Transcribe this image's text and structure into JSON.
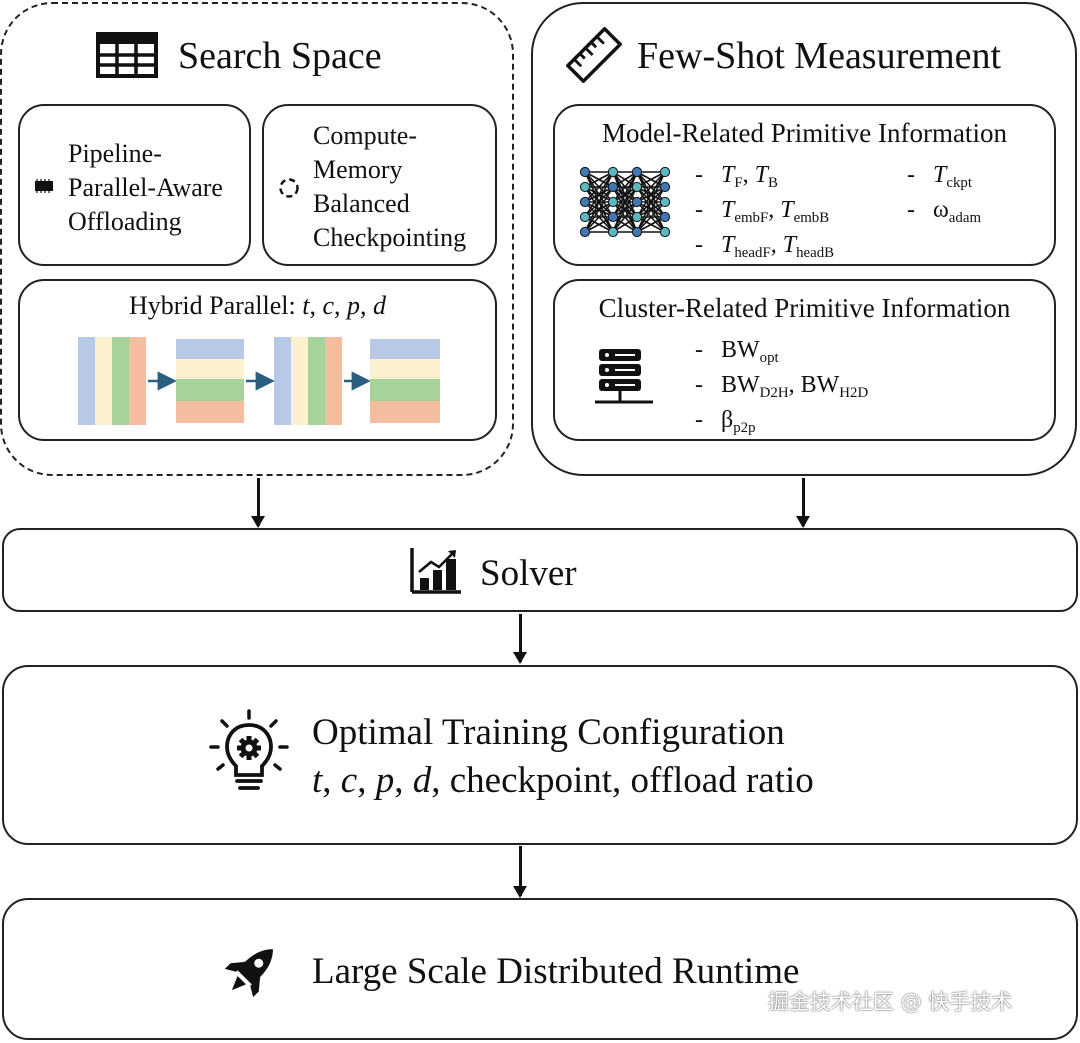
{
  "search_space": {
    "title": "Search Space",
    "offloading": "Pipeline-\nParallel-Aware\nOffloading",
    "checkpointing": "Compute-\nMemory\nBalanced\nCheckpointing",
    "hybrid_parallel": {
      "label": "Hybrid Parallel: ",
      "vars": [
        "t",
        "c",
        "p",
        "d"
      ]
    }
  },
  "few_shot": {
    "title": "Few-Shot Measurement",
    "model_related": {
      "title": "Model-Related Primitive Information",
      "items_left": [
        {
          "parts": [
            [
              "T",
              "F"
            ],
            [
              "T",
              "B"
            ]
          ]
        },
        {
          "parts": [
            [
              "T",
              "embF"
            ],
            [
              "T",
              "embB"
            ]
          ]
        },
        {
          "parts": [
            [
              "T",
              "headF"
            ],
            [
              "T",
              "headB"
            ]
          ]
        }
      ],
      "items_right": [
        {
          "parts": [
            [
              "T",
              "ckpt"
            ]
          ]
        },
        {
          "parts": [
            [
              "ω",
              "adam"
            ]
          ]
        }
      ]
    },
    "cluster_related": {
      "title": "Cluster-Related Primitive Information",
      "items": [
        {
          "parts": [
            [
              "BW",
              "opt"
            ]
          ]
        },
        {
          "parts": [
            [
              "BW",
              "D2H"
            ],
            [
              "BW",
              "H2D"
            ]
          ]
        },
        {
          "parts": [
            [
              "β",
              "p2p"
            ]
          ]
        }
      ]
    }
  },
  "solver": {
    "label": "Solver"
  },
  "optimal": {
    "line1": "Optimal Training Configuration",
    "vars": [
      "t",
      "c",
      "p",
      "d"
    ],
    "line2_rest": "checkpoint, offload ratio"
  },
  "runtime": {
    "label": "Large Scale Distributed Runtime"
  },
  "watermark": "掘金技术社区 @ 快手技术",
  "colors": {
    "blue": "#b7c9e6",
    "yellow": "#fbf1cf",
    "green": "#a7d39b",
    "orange": "#f4bd9f",
    "arrow": "#2a5f7f",
    "node_blue": "#3f78b5",
    "node_teal": "#5ab9c1"
  }
}
